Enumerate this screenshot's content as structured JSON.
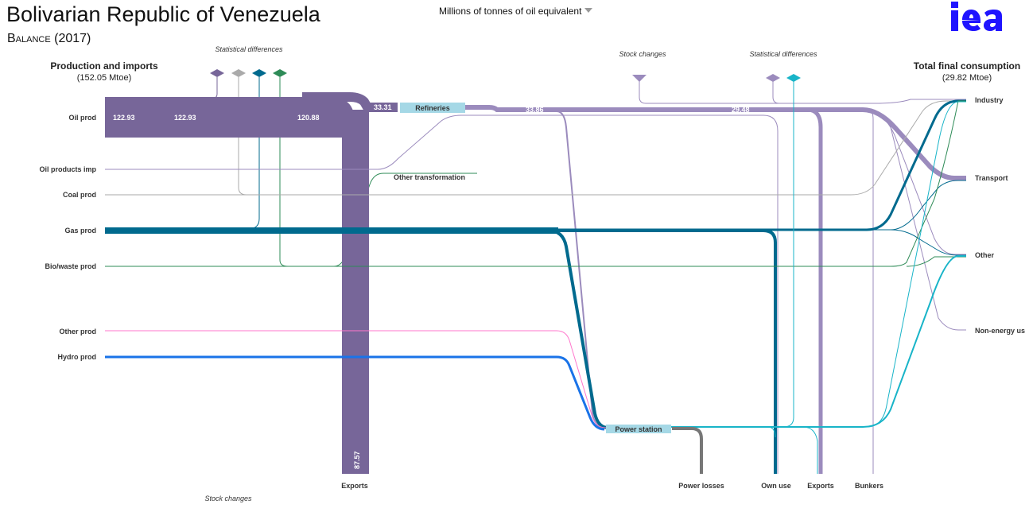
{
  "header": {
    "title": "Bolivarian Republic of Venezuela",
    "subtitle": "Balance (2017)",
    "unit_selector": "Millions of tonnes of oil equivalent",
    "logo": "iea"
  },
  "chart_data": {
    "type": "sankey",
    "title": "Bolivarian Republic of Venezuela",
    "subtitle": "Balance (2017)",
    "unit": "Millions of tonnes of oil equivalent",
    "left_header": "Production and imports",
    "left_total": "(152.05 Mtoe)",
    "right_header": "Total final consumption",
    "right_total": "(29.82 Mtoe)",
    "sources": [
      "Oil prod",
      "Oil products imp",
      "Coal prod",
      "Gas prod",
      "Bio/waste prod",
      "Other prod",
      "Hydro prod"
    ],
    "transformations": [
      "Refineries",
      "Other transformation",
      "Power station"
    ],
    "sinks": [
      "Exports",
      "Power losses",
      "Own use",
      "Exports",
      "Bunkers"
    ],
    "final_consumption": [
      "Industry",
      "Transport",
      "Other",
      "Non-energy us"
    ],
    "labels": {
      "statistical_differences": "Statistical differences",
      "stock_changes": "Stock changes",
      "stock_changes_top": "Stock  changes"
    },
    "flow_values": {
      "oil_prod_1": "122.93",
      "oil_prod_2": "122.93",
      "oil_prod_3": "120.88",
      "refinery_input": "33.31",
      "refinery_output": "33.86",
      "oil_products_after_stats": "29.48",
      "crude_exports": "87.57"
    },
    "colors": {
      "oil": "#776699",
      "oil_products": "#9b8bbd",
      "gas": "#006a8e",
      "coal": "#aaaaaa",
      "bio": "#2e8b57",
      "other": "#ff77cc",
      "hydro": "#1a73e8",
      "electricity": "#18b4c8",
      "losses": "#777777",
      "node": "#a5d8e6",
      "logo": "#1f14ff"
    }
  }
}
